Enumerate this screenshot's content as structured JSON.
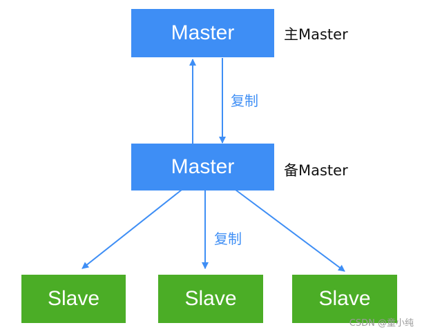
{
  "diagram": {
    "primary_node": {
      "label": "Master",
      "side_label": "主Master"
    },
    "standby_node": {
      "label": "Master",
      "side_label": "备Master"
    },
    "replication_label_top": "复制",
    "replication_label_bottom": "复制",
    "slaves": [
      {
        "label": "Slave"
      },
      {
        "label": "Slave"
      },
      {
        "label": "Slave"
      }
    ]
  },
  "watermark": "CSDN @童小纯",
  "colors": {
    "master_fill": "#3e8ef5",
    "slave_fill": "#4bad26",
    "edge_stroke": "#3e8ef5",
    "replication_text": "#3e8ef5"
  }
}
